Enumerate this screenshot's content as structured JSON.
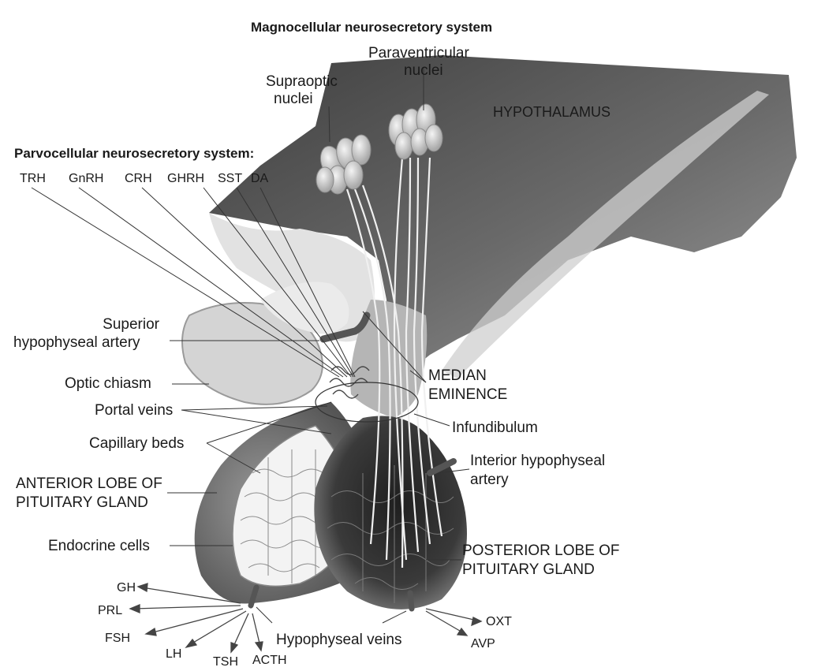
{
  "titles": {
    "magnocellular": "Magnocellular neurosecretory system",
    "parvocellular": "Parvocellular neurosecretory system:"
  },
  "hormones_releasing": [
    "TRH",
    "GnRH",
    "CRH",
    "GHRH",
    "SST",
    "DA"
  ],
  "nuclei": {
    "supraoptic": [
      "Supraoptic",
      "nuclei"
    ],
    "paraventricular": [
      "Paraventricular",
      "nuclei"
    ]
  },
  "regions": {
    "hypothalamus": "HYPOTHALAMUS",
    "median_eminence": [
      "MEDIAN",
      "EMINENCE"
    ],
    "infundibulum": "Infundibulum",
    "anterior_lobe": [
      "ANTERIOR LOBE OF",
      "PITUITARY GLAND"
    ],
    "posterior_lobe": [
      "POSTERIOR LOBE OF",
      "PITUITARY GLAND"
    ]
  },
  "left_labels": {
    "superior_artery": [
      "Superior",
      "hypophyseal artery"
    ],
    "optic_chiasm": "Optic chiasm",
    "portal_veins": "Portal veins",
    "capillary_beds": "Capillary beds",
    "endocrine_cells": "Endocrine cells"
  },
  "right_labels": {
    "interior_artery": [
      "Interior hypophyseal",
      "artery"
    ]
  },
  "veins": "Hypophyseal veins",
  "anterior_hormones": [
    "GH",
    "PRL",
    "FSH",
    "LH",
    "TSH",
    "ACTH"
  ],
  "posterior_hormones": [
    "OXT",
    "AVP"
  ],
  "colors": {
    "hypothalamus_dark": "#4a4a4a",
    "hypothalamus_mid": "#8a8a8a",
    "optic_light": "#dcdcdc",
    "anterior_lobe": "#6e6e6e",
    "posterior_lobe": "#3c3c3c",
    "fiber": "#f2f2f2",
    "line": "#333333"
  }
}
